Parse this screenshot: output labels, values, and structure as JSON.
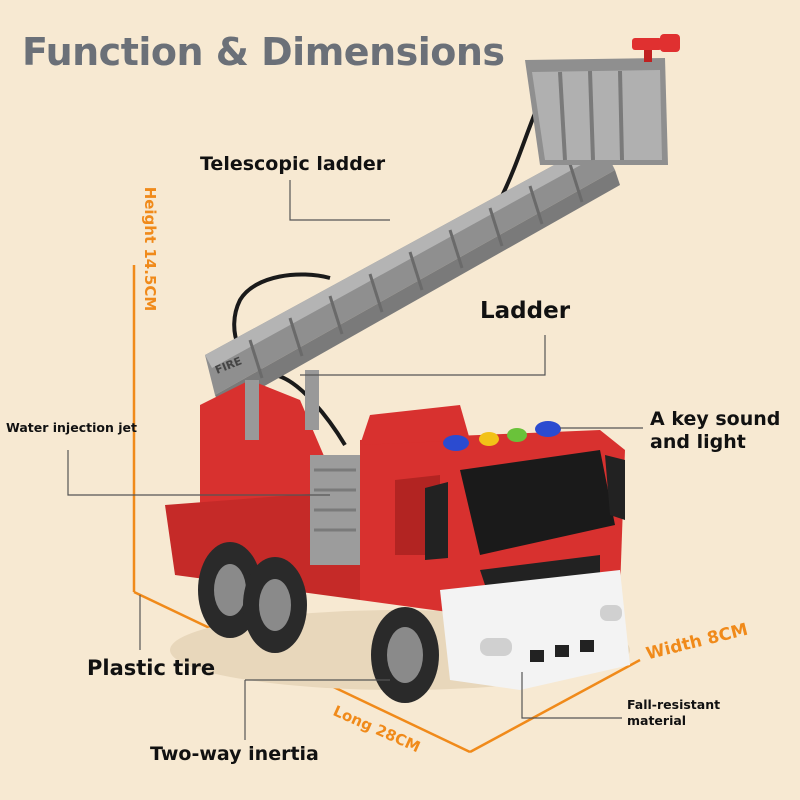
{
  "title": "Function & Dimensions",
  "labels": {
    "telescopic_ladder": "Telescopic ladder",
    "ladder": "Ladder",
    "water_jet": "Water injection jet",
    "key_sound_line1": "A key sound",
    "key_sound_line2": "and light",
    "plastic_tire": "Plastic tire",
    "fall_resistant_line1": "Fall-resistant",
    "fall_resistant_line2": "material",
    "two_way_inertia": "Two-way inertia",
    "fire_text": "FIRE"
  },
  "dimensions": {
    "height": "Height 14.5CM",
    "long": "Long 28CM",
    "width": "Width 8CM"
  },
  "colors": {
    "background": "#f7e9d2",
    "title": "#6b7078",
    "truck_red": "#d8312f",
    "dimension_orange": "#f08a1a",
    "ladder_gray": "#9a9a9a"
  }
}
